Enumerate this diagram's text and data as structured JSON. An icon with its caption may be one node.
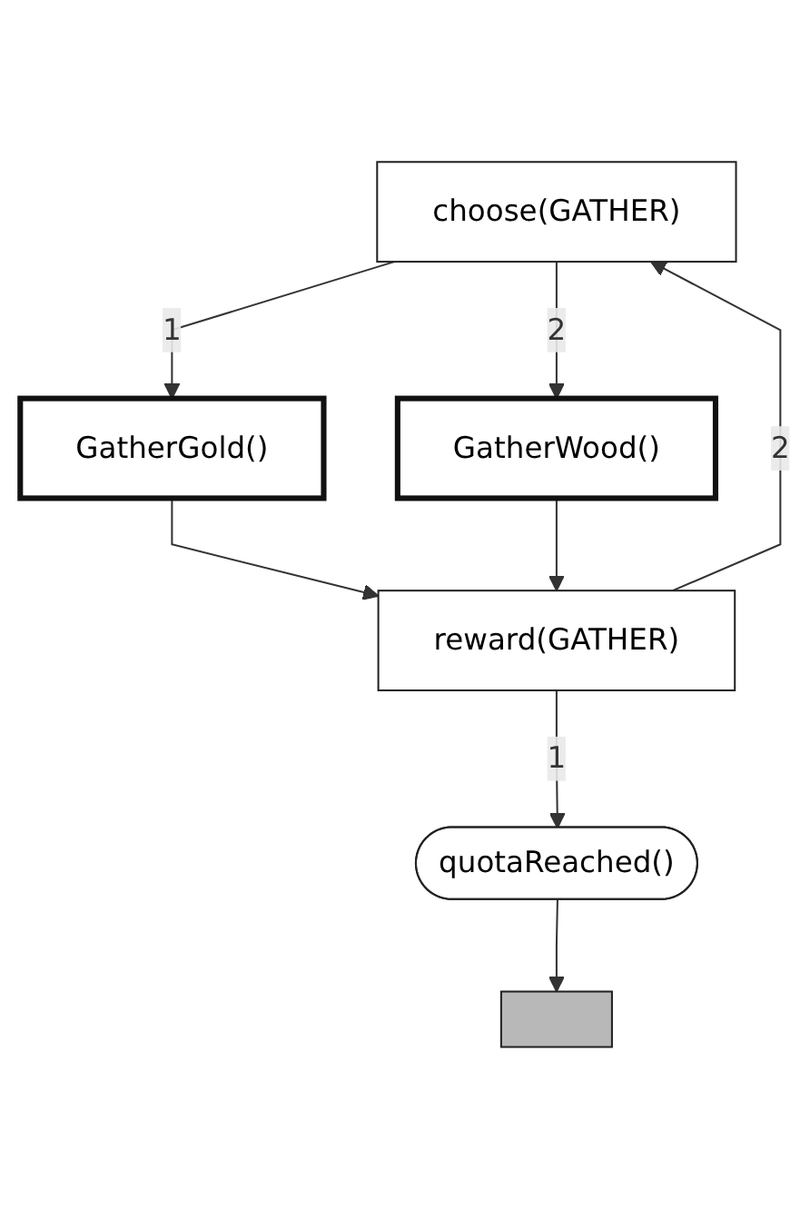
{
  "diagram": {
    "nodes": [
      {
        "text": [
          "choose(GATHER)"
        ]
      },
      {
        "text": [
          "GatherGold()"
        ]
      },
      {
        "text": [
          "GatherWood()"
        ]
      },
      {
        "text": [
          "reward(GATHER)"
        ]
      },
      {
        "text": [
          "quotaReached()"
        ]
      },
      {
        "text": [],
        "shape": "box"
      }
    ],
    "edges": [
      {
        "from": 0,
        "to": 1,
        "arrow": "to",
        "label": "1"
      },
      {
        "from": 0,
        "to": 2,
        "arrow": "to",
        "label": "2"
      },
      {
        "from": 3,
        "to": 0,
        "arrow": "to",
        "label": "2"
      },
      {
        "from": 1,
        "to": 3,
        "arrow": "to"
      },
      {
        "from": 2,
        "to": 3,
        "arrow": "to"
      },
      {
        "from": 3,
        "to": 4,
        "arrow": "to",
        "label": "1"
      },
      {
        "from": 4,
        "to": 5,
        "arrow": "to"
      }
    ]
  }
}
